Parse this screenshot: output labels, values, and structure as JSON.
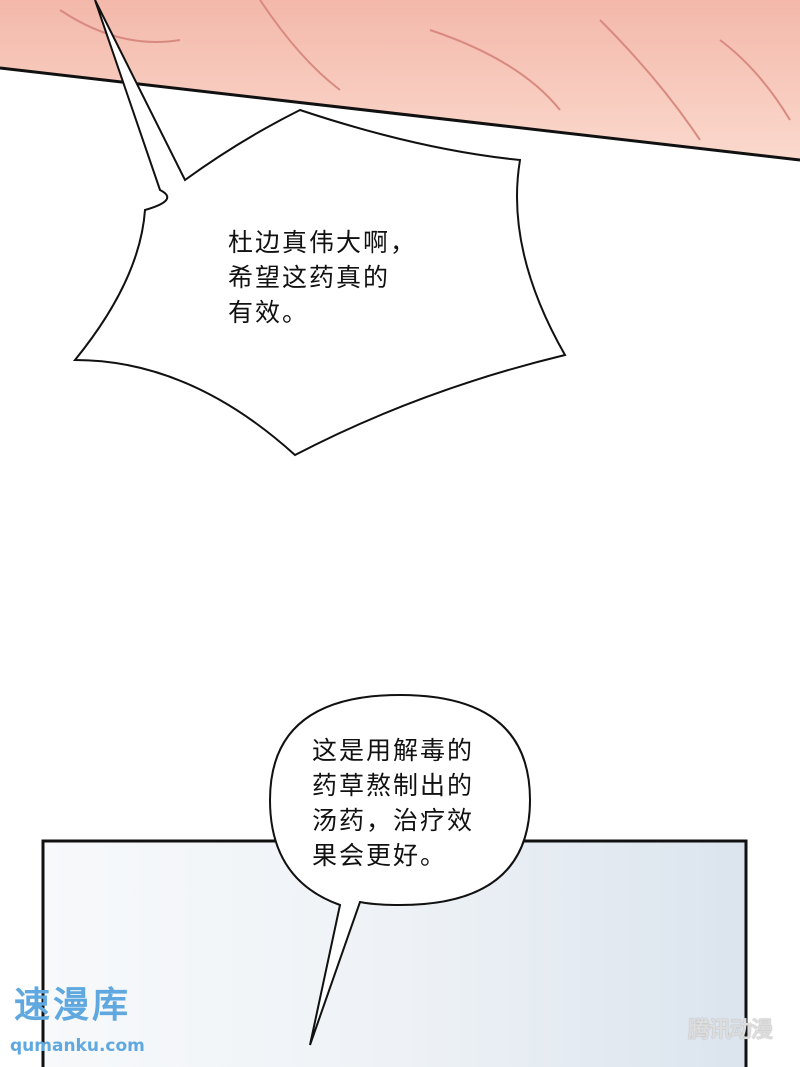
{
  "bubble_top": {
    "lines": [
      "杜边真伟大啊，",
      "希望这药真的",
      "有效。"
    ]
  },
  "bubble_bottom": {
    "lines": [
      "这是用解毒的",
      "药草熬制出的",
      "汤药，治疗效",
      "果会更好。"
    ]
  },
  "watermarks": {
    "site_name": "速漫库",
    "site_url": "qumanku.com",
    "publisher": "腾讯动漫"
  },
  "colors": {
    "skin": "#f6c9bb",
    "panel_bg": "#e6ecf3",
    "watermark": "#5fa8e0"
  }
}
